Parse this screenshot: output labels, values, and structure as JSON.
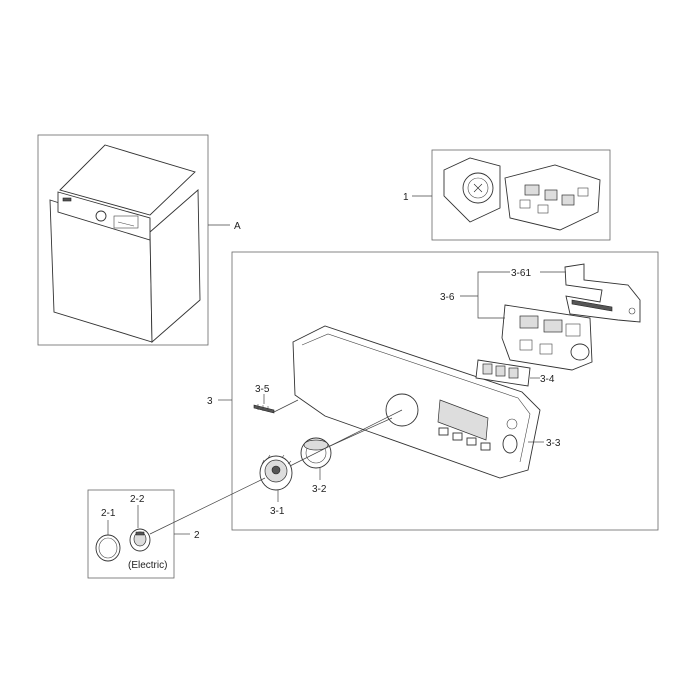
{
  "callouts": {
    "A": "A",
    "p1": "1",
    "p2": "2",
    "p2_1": "2-1",
    "p2_2": "2-2",
    "p2_note": "(Electric)",
    "p3": "3",
    "p3_1": "3-1",
    "p3_2": "3-2",
    "p3_3": "3-3",
    "p3_4": "3-4",
    "p3_5": "3-5",
    "p3_6": "3-6",
    "p3_61": "3-61"
  }
}
